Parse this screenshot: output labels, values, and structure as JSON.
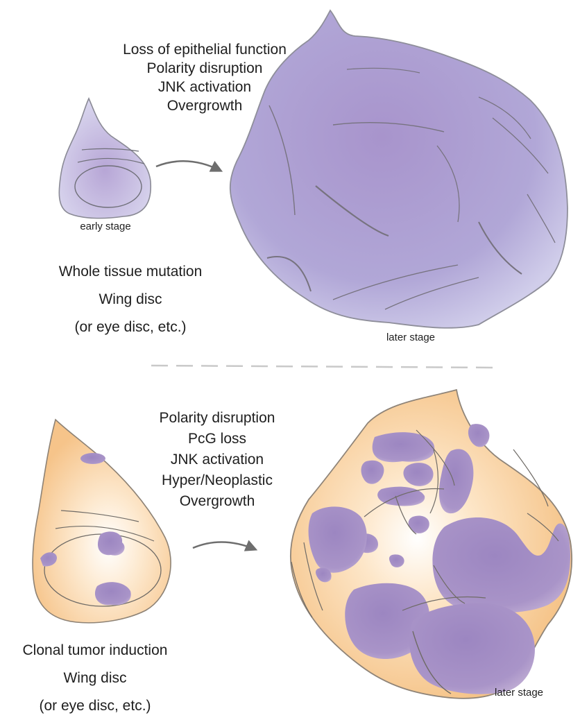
{
  "top": {
    "processes": [
      "Loss of epithelial function",
      "Polarity disruption",
      "JNK activation",
      "Overgrowth"
    ],
    "early_label": "early stage",
    "later_label": "later stage",
    "description": [
      "Whole tissue mutation",
      "Wing disc",
      "(or eye disc, etc.)"
    ],
    "color": "#a79ccd"
  },
  "bottom": {
    "processes": [
      "Polarity disruption",
      "PcG loss",
      "JNK activation",
      "Hyper/Neoplastic",
      "Overgrowth"
    ],
    "later_label": "later stage",
    "description": [
      "Clonal tumor induction",
      "Wing disc",
      "(or eye disc, etc.)"
    ],
    "tissue_color": "#f6c48a",
    "tumor_color": "#a88cc4"
  }
}
